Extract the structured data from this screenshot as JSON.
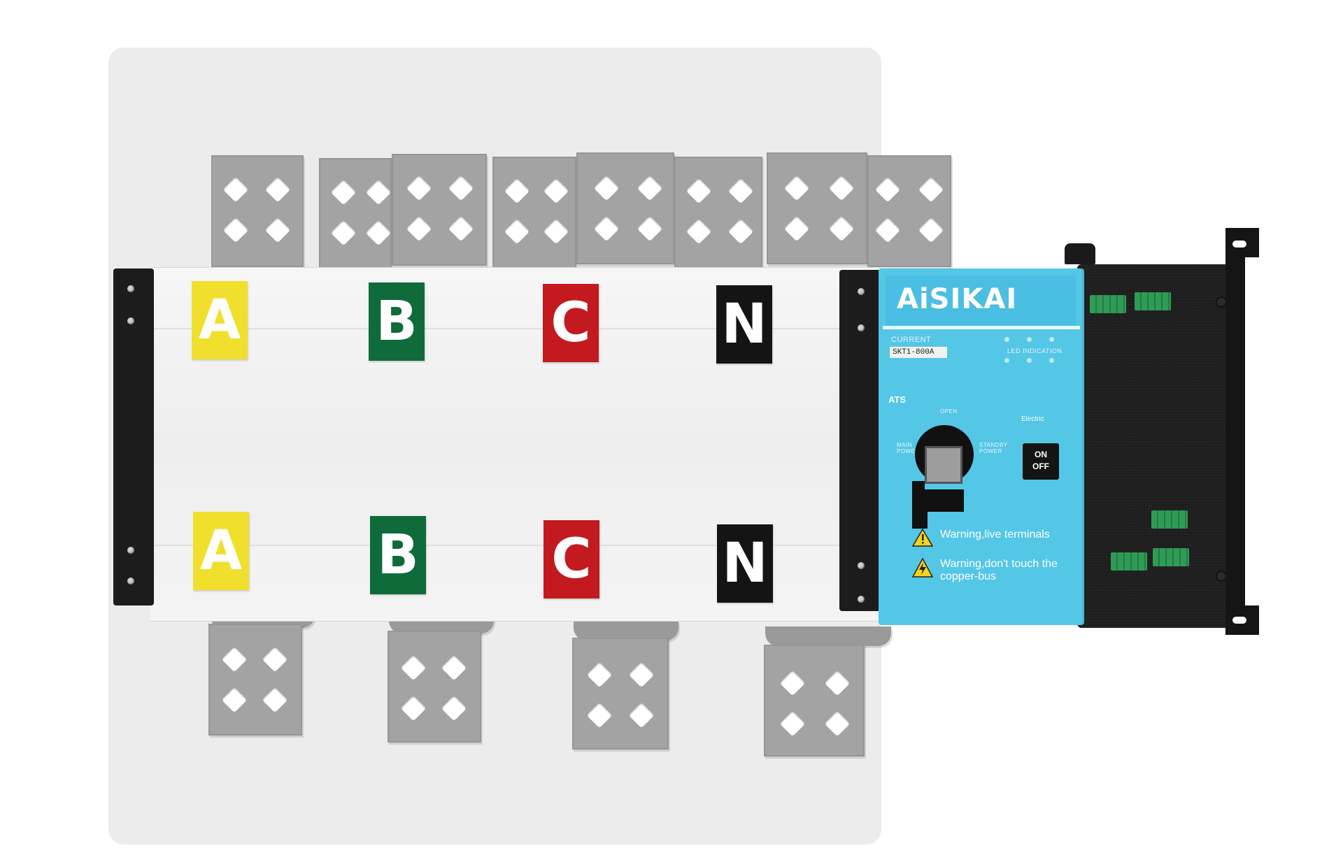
{
  "product": {
    "brand": "AiSIKAI",
    "device_type": "ATS",
    "current_label": "CURRENT",
    "model": "SKT1-800A",
    "led_indicator_label": "LED INDICATION",
    "electric_label": "Electric",
    "open_label": "OPEN",
    "main_power_label": "MAIN POWER",
    "standby_power_label": "STANDBY POWER",
    "on_label": "ON",
    "off_label": "OFF",
    "warnings": [
      {
        "icon": "warning-triangle-icon",
        "text": "Warning,live terminals"
      },
      {
        "icon": "high-voltage-icon",
        "text": "Warning,don't touch the copper-bus"
      }
    ]
  },
  "phases": {
    "top": [
      {
        "label": "A",
        "color": "#f0df2c"
      },
      {
        "label": "B",
        "color": "#0f6b3a"
      },
      {
        "label": "C",
        "color": "#c31a1f"
      },
      {
        "label": "N",
        "color": "#141414"
      }
    ],
    "bottom": [
      {
        "label": "A",
        "color": "#f0df2c"
      },
      {
        "label": "B",
        "color": "#0f6b3a"
      },
      {
        "label": "C",
        "color": "#c31a1f"
      },
      {
        "label": "N",
        "color": "#141414"
      }
    ]
  },
  "colors": {
    "panel_blue": "#54c6e6",
    "body_white": "#f2f2f2",
    "copper_grey": "#a3a3a3",
    "housing_black": "#1e1e1e"
  }
}
